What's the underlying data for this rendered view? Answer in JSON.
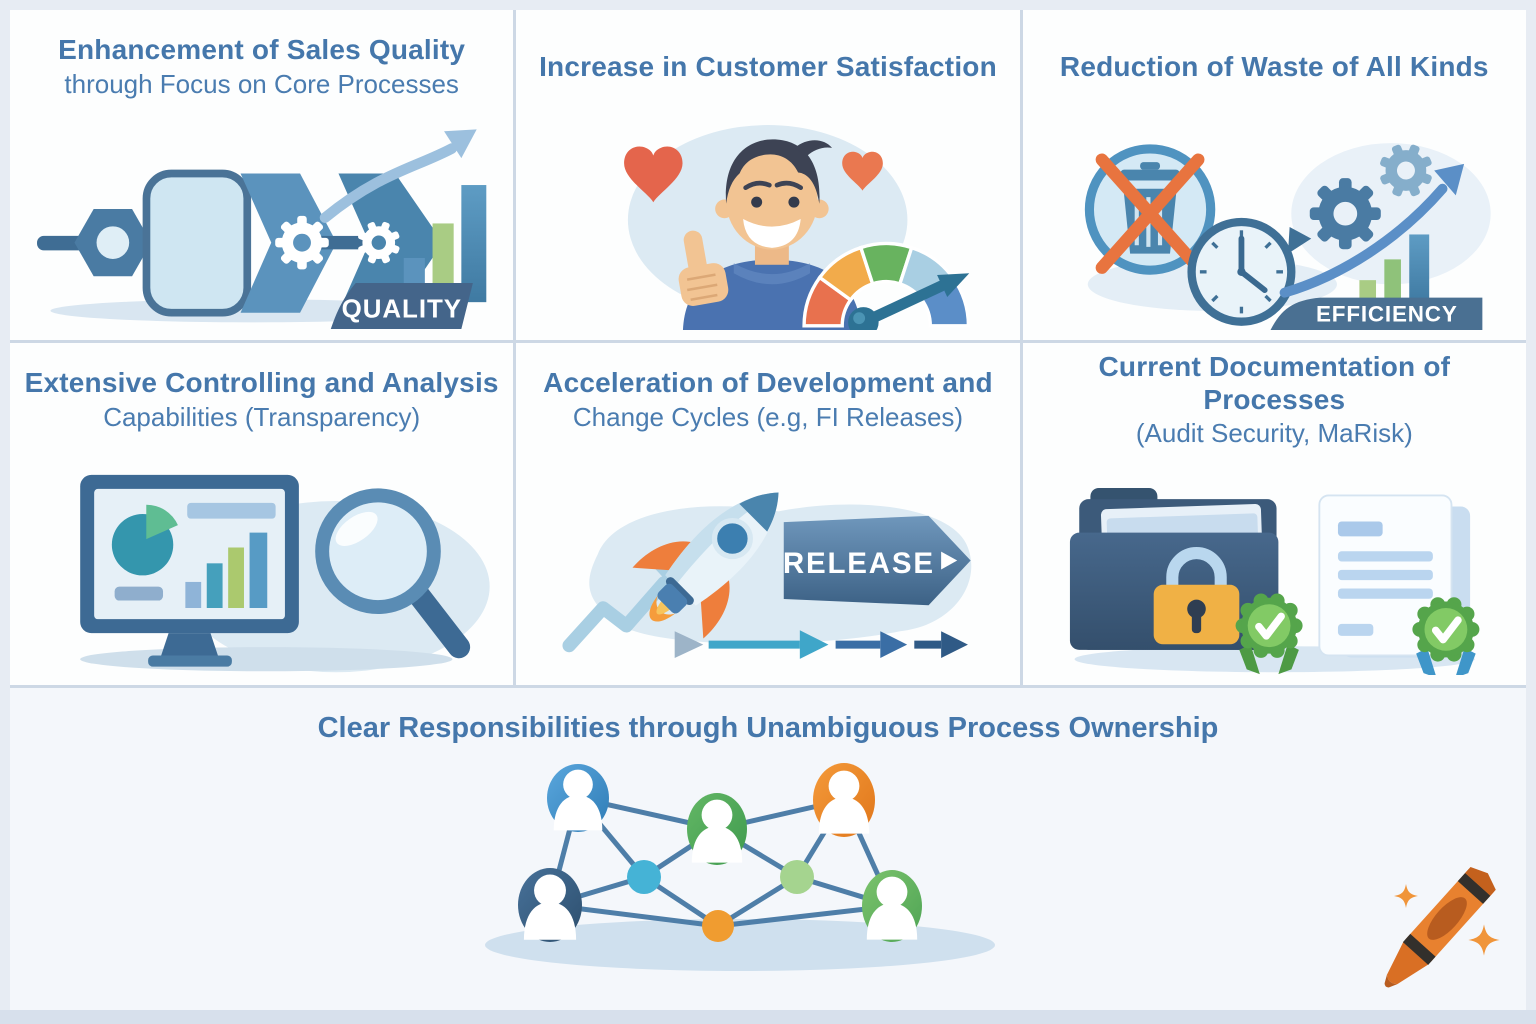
{
  "page": {
    "background": "#e7ecf3",
    "divider": "#cdd8e5",
    "panel_bg": "#fdfefe",
    "bottom_panel_bg": "#f4f7fb",
    "bottom_strip": "#d7e0ec",
    "title_color": "#4577ab"
  },
  "panels": [
    {
      "id": "sales-quality",
      "title_line1": "Enhancement of Sales Quality",
      "title_line2": "through Focus on Core Processes",
      "banner": "QUALITY",
      "icons": [
        "process-chain-icon",
        "hexagon-node-icon",
        "gear-icon",
        "growth-arrow-icon",
        "bar-chart-icon"
      ]
    },
    {
      "id": "customer-satisfaction",
      "title_line1": "Increase in Customer Satisfaction",
      "title_line2": "",
      "icons": [
        "thumbs-up-person-icon",
        "heart-icon",
        "satisfaction-gauge-icon",
        "needle-arrow-icon"
      ]
    },
    {
      "id": "waste-reduction",
      "title_line1": "Reduction of Waste of All Kinds",
      "title_line2": "",
      "banner": "EFFICIENCY",
      "icons": [
        "no-waste-trash-icon",
        "clock-icon",
        "gears-icon",
        "growth-arrow-icon",
        "bar-chart-icon"
      ]
    },
    {
      "id": "controlling-analysis",
      "title_line1": "Extensive Controlling and Analysis",
      "title_line2": "Capabilities (Transparency)",
      "icons": [
        "analytics-monitor-icon",
        "pie-chart-icon",
        "bar-chart-icon",
        "magnifier-icon"
      ]
    },
    {
      "id": "development-acceleration",
      "title_line1": "Acceleration of Development and",
      "title_line2": "Change Cycles (e.g, FI Releases)",
      "banner": "RELEASE",
      "icons": [
        "rocket-icon",
        "release-arrow-banner",
        "timeline-arrows-icon",
        "zigzag-growth-icon"
      ]
    },
    {
      "id": "process-documentation",
      "title_line1": "Current Documentation of Processes",
      "title_line2": "(Audit Security, MaRisk)",
      "icons": [
        "locked-folder-icon",
        "padlock-icon",
        "document-icon",
        "certified-badge-icon"
      ]
    }
  ],
  "bottom_panel": {
    "title": "Clear Responsibilities through Unambiguous Process Ownership",
    "icons": [
      "network-people-icon",
      "person-node-icon"
    ]
  },
  "watermark": {
    "icon": "crayon-icon"
  },
  "colors": {
    "steel_blue": "#4a85ad",
    "slate_banner": "#44658a",
    "orange_accent": "#e8743f",
    "green_bar": "#a9cc84",
    "gauge": [
      "#e8714e",
      "#f2ab4b",
      "#68b35f",
      "#a9cfe3",
      "#5b8ec8"
    ],
    "badge_green": "#55a54b",
    "lock_gold": "#f0b145",
    "node_colors": [
      "#3e90c8",
      "#3a5f80",
      "#45b3d6",
      "#55ab57",
      "#f09c30",
      "#a5d48f",
      "#ef8b28",
      "#66b764"
    ]
  }
}
